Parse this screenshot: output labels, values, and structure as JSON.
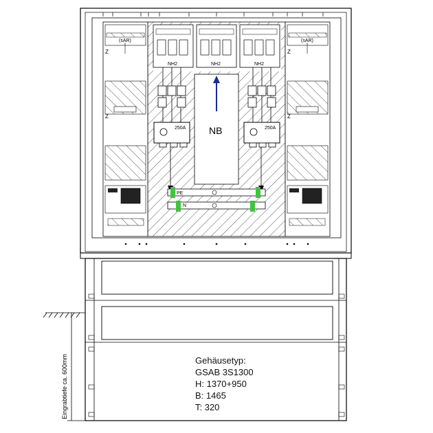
{
  "labels": {
    "nh_left": "NH2",
    "nh_center": "NH2",
    "nh_right": "NH2",
    "switch_left": "250A",
    "switch_right": "250A",
    "nb": "NB",
    "pe": "PE",
    "n": "N",
    "z_top_left": "Z",
    "z_mid_left": "Z",
    "z_top_right": "Z",
    "z_mid_right": "Z",
    "sar_left": "(sAR)",
    "sar_right": "(sAR)",
    "vertical_depth": "Eingrabtiefe ca. 600mm"
  },
  "spec": {
    "title": "Gehäusetyp:",
    "model": "GSAB 3S1300",
    "height": "H: 1370+950",
    "width": "B: 1465",
    "depth": "T: 320"
  },
  "colors": {
    "arrow_nb": "#1a2a9a",
    "terminal_green": "#3fc43f",
    "line": "#000000"
  }
}
